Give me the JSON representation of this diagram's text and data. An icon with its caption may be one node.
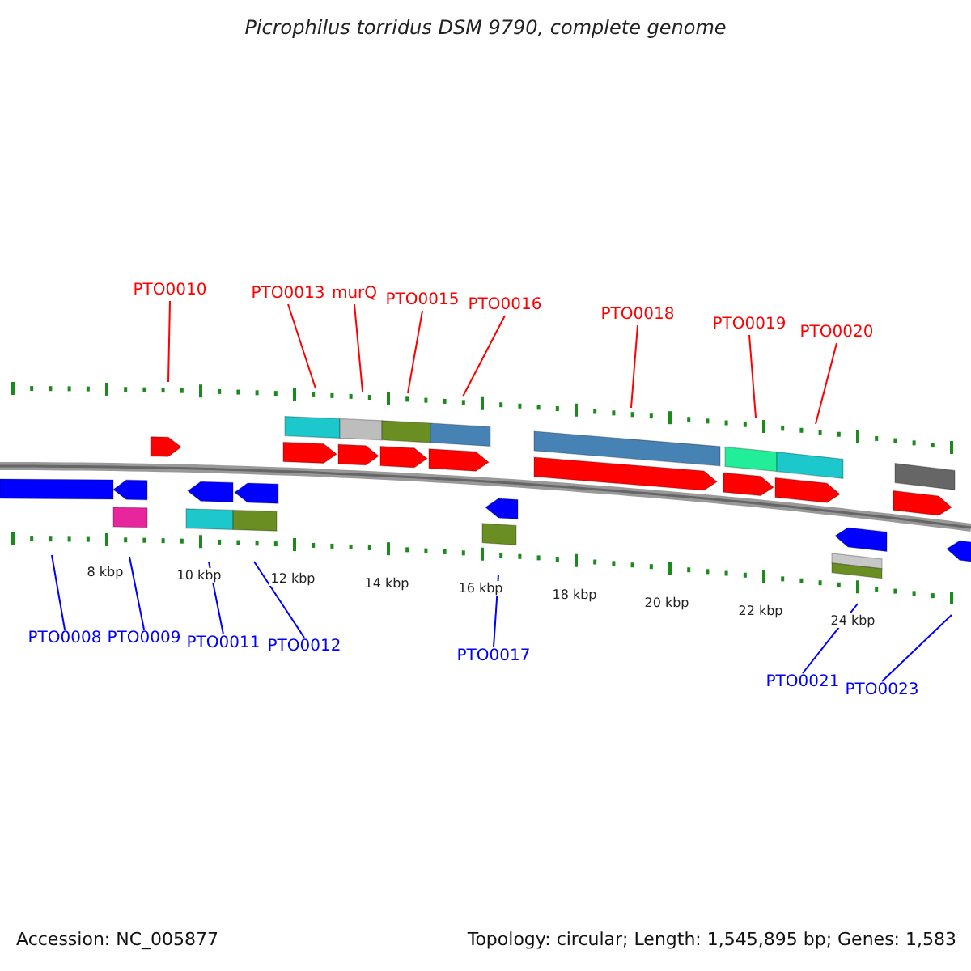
{
  "diagram": {
    "title": "Picrophilus torridus DSM 9790, complete genome",
    "nodes": [
      {
        "text": [
          "PTO0010"
        ]
      },
      {
        "text": [
          "PTO0013"
        ]
      },
      {
        "text": [
          "murQ"
        ]
      },
      {
        "text": [
          "PTO0015"
        ]
      },
      {
        "text": [
          "PTO0016"
        ]
      },
      {
        "text": [
          "PTO0018"
        ]
      },
      {
        "text": [
          "PTO0019"
        ]
      },
      {
        "text": [
          "PTO0020"
        ]
      },
      {
        "text": [
          "PTO0008"
        ]
      },
      {
        "text": [
          "PTO0009"
        ]
      },
      {
        "text": [
          "PTO0011"
        ]
      },
      {
        "text": [
          "PTO0012"
        ]
      },
      {
        "text": [
          "PTO0017"
        ]
      },
      {
        "text": [
          "PTO0021"
        ]
      },
      {
        "text": [
          "PTO0023"
        ]
      },
      {
        "text": [],
        "shape": "picture"
      }
    ],
    "edges": [
      {
        "from": 0,
        "to": 15,
        "arrow": "none"
      },
      {
        "from": 1,
        "to": 15,
        "arrow": "none"
      },
      {
        "from": 2,
        "to": 15,
        "arrow": "none"
      },
      {
        "from": 3,
        "to": 15,
        "arrow": "none"
      },
      {
        "from": 4,
        "to": 15,
        "arrow": "none"
      },
      {
        "from": 5,
        "to": 15,
        "arrow": "none"
      },
      {
        "from": 6,
        "to": 15,
        "arrow": "none"
      },
      {
        "from": 7,
        "to": 15,
        "arrow": "none"
      },
      {
        "from": 8,
        "to": 15,
        "arrow": "none",
        "color": "#0000ff"
      },
      {
        "from": 9,
        "to": 15,
        "arrow": "none",
        "color": "#0000ff"
      },
      {
        "from": 10,
        "to": 15,
        "arrow": "none",
        "color": "#0000ff"
      },
      {
        "from": 11,
        "to": 15,
        "arrow": "none",
        "color": "#0000ff"
      },
      {
        "from": 12,
        "to": 15,
        "arrow": "none",
        "color": "#0000ff"
      },
      {
        "from": 13,
        "to": 15,
        "arrow": "none",
        "color": "#0000ff"
      },
      {
        "from": 14,
        "to": 15,
        "arrow": "none",
        "color": "#0000ff"
      }
    ],
    "labels": [
      "8 kbp",
      "10 kbp",
      "12 kbp",
      "14 kbp",
      "16 kbp",
      "18 kbp",
      "20 kbp",
      "22 kbp",
      "24 kbp",
      "Accession: NC_005877",
      "Topology: circular; Length: 1,545,895 bp; Genes: 1,583"
    ]
  }
}
